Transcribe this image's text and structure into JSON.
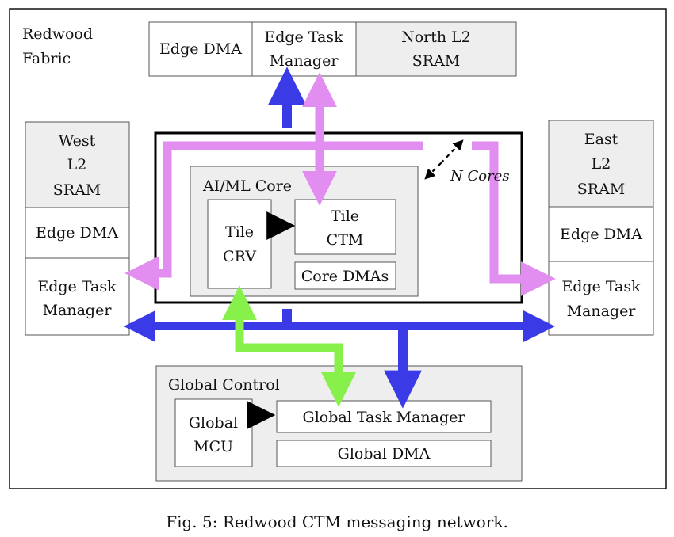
{
  "fabric": {
    "label_line1": "Redwood",
    "label_line2": "Fabric"
  },
  "north": {
    "edge_dma": "Edge DMA",
    "task_manager_line1": "Edge Task",
    "task_manager_line2": "Manager",
    "sram_line1": "North L2",
    "sram_line2": "SRAM"
  },
  "west": {
    "sram_line1": "West",
    "sram_line2": "L2",
    "sram_line3": "SRAM",
    "edge_dma": "Edge DMA",
    "task_manager_line1": "Edge Task",
    "task_manager_line2": "Manager"
  },
  "east": {
    "sram_line1": "East",
    "sram_line2": "L2",
    "sram_line3": "SRAM",
    "edge_dma": "Edge DMA",
    "task_manager_line1": "Edge Task",
    "task_manager_line2": "Manager"
  },
  "core": {
    "label": "AI/ML Core",
    "tile_crv_line1": "Tile",
    "tile_crv_line2": "CRV",
    "tile_ctm_line1": "Tile",
    "tile_ctm_line2": "CTM",
    "core_dmas": "Core DMAs",
    "n_cores": "N Cores"
  },
  "global": {
    "label": "Global Control",
    "mcu_line1": "Global",
    "mcu_line2": "MCU",
    "task_manager": "Global Task Manager",
    "dma": "Global DMA"
  },
  "caption": "Fig. 5: Redwood CTM messaging network.",
  "colors": {
    "blue": "#3a3ae6",
    "violet": "#e28ef0",
    "green": "#88f04a",
    "gray_fill": "#eeeeee",
    "border": "#111111"
  }
}
